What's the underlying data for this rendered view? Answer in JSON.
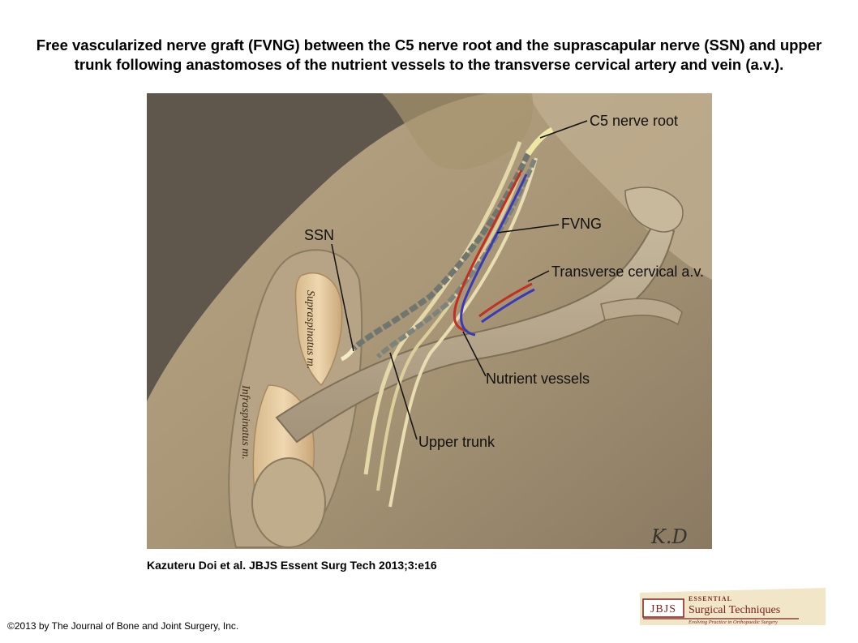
{
  "title": "Free vascularized nerve graft (FVNG) between the C5 nerve root and the suprascapular nerve (SSN) and upper trunk following anastomoses of the nutrient vessels to the transverse cervical artery and vein (a.v.).",
  "figure": {
    "labels": {
      "c5": "C5 nerve root",
      "fvng": "FVNG",
      "ssn": "SSN",
      "tca": "Transverse cervical a.v.",
      "nutrient": "Nutrient vessels",
      "upper_trunk": "Upper trunk",
      "supraspinatus": "Supraspinatus m.",
      "infraspinatus": "Infraspinatus m."
    },
    "signature": "K.D"
  },
  "citation": "Kazuteru Doi et al. JBJS Essent Surg Tech 2013;3:e16",
  "copyright": "©2013 by The Journal of Bone and Joint Surgery, Inc.",
  "logo": {
    "mark": "JBJS",
    "line1": "ESSENTIAL",
    "line2": "Surgical Techniques",
    "line3": "Evolving Practice in Orthopaedic Surgery"
  }
}
